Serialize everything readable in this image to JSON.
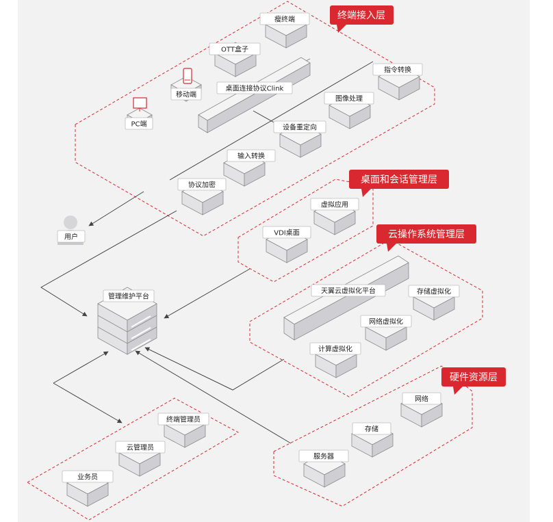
{
  "colors": {
    "accent": "#d9282f",
    "line": "#444444",
    "box_top": "#f4f4f4",
    "box_left": "#e3e3e5",
    "box_right": "#cfcfd3",
    "panel": "#f2f2f2"
  },
  "layers": {
    "terminal": "终端接入层",
    "desktop_session": "桌面和会话管理层",
    "cloud_os": "云操作系统管理层",
    "hardware": "硬件资源层"
  },
  "nodes": {
    "thin_client": "瘦终端",
    "ott_box": "OTT盒子",
    "mobile": "移动端",
    "pc": "PC端",
    "clink": "桌面连接协议Clink",
    "command_convert": "指令转换",
    "image_processing": "图像处理",
    "device_redirect": "设备重定向",
    "input_convert": "输入转换",
    "protocol_encrypt": "协议加密",
    "user": "用户",
    "virtual_app": "虚拟应用",
    "vdi_desktop": "VDI桌面",
    "mgmt_platform": "管理维护平台",
    "tianyi_platform": "天翼云虚拟化平台",
    "storage_virt": "存储虚拟化",
    "network_virt": "网络虚拟化",
    "compute_virt": "计算虚拟化",
    "network": "网络",
    "storage": "存储",
    "server": "服务器",
    "terminal_admin": "终端管理员",
    "cloud_admin": "云管理员",
    "operator": "业务员"
  }
}
